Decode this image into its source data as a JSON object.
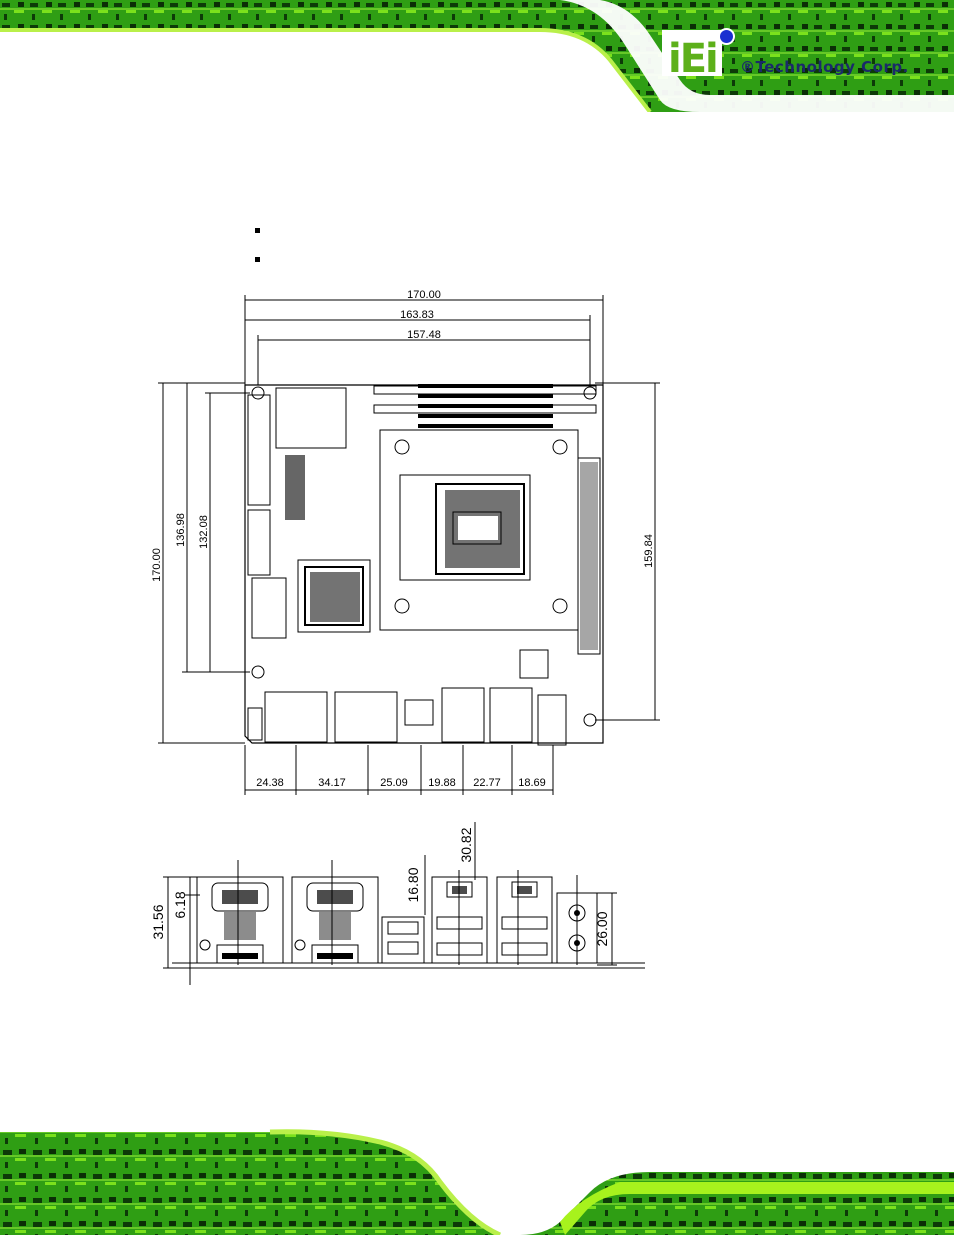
{
  "brand": {
    "logo_text": "iEi",
    "tagline": "®Technology Corp."
  },
  "bullets": [
    "",
    ""
  ],
  "top_view": {
    "width_dims": [
      "170.00",
      "163.83",
      "157.48"
    ],
    "left_height_dims": [
      "170.00",
      "136.98",
      "132.08"
    ],
    "right_height_dim": "159.84",
    "bottom_dims": [
      "24.38",
      "34.17",
      "25.09",
      "19.88",
      "22.77",
      "18.69"
    ]
  },
  "io_view": {
    "left_dims": [
      "31.56",
      "6.18"
    ],
    "top_dims": [
      "16.80",
      "30.82"
    ],
    "right_dim": "26.00"
  },
  "colors": {
    "pcb_green": "#3fbf1f",
    "pcb_dark": "#0d3a08",
    "bright_green": "#a7f21d"
  }
}
